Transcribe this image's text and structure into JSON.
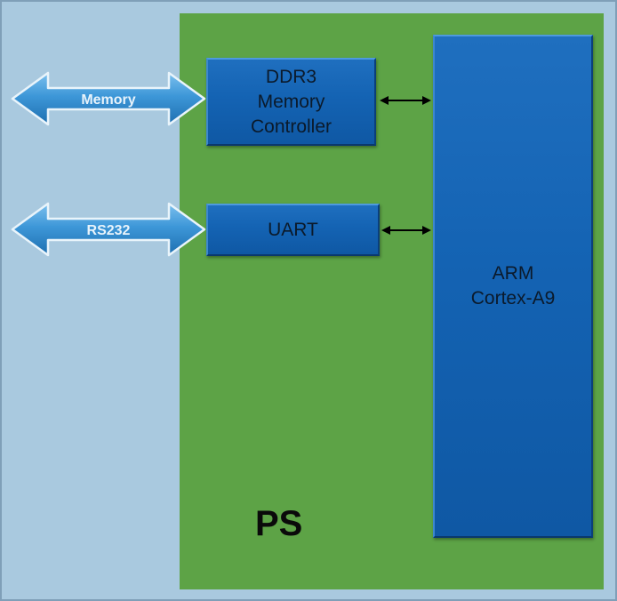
{
  "region": {
    "label": "PS"
  },
  "blocks": {
    "ddr": {
      "lines": [
        "DDR3",
        "Memory",
        "Controller"
      ]
    },
    "uart": {
      "lines": [
        "UART"
      ]
    },
    "arm": {
      "lines": [
        "ARM",
        "Cortex-A9"
      ]
    }
  },
  "external_arrows": {
    "memory": {
      "label": "Memory"
    },
    "rs232": {
      "label": "RS232"
    }
  },
  "colors": {
    "background": "#a9c9df",
    "ps_region": "#5da346",
    "block_blue": "#1463b3",
    "arrow_blue": "#3d97d8"
  }
}
